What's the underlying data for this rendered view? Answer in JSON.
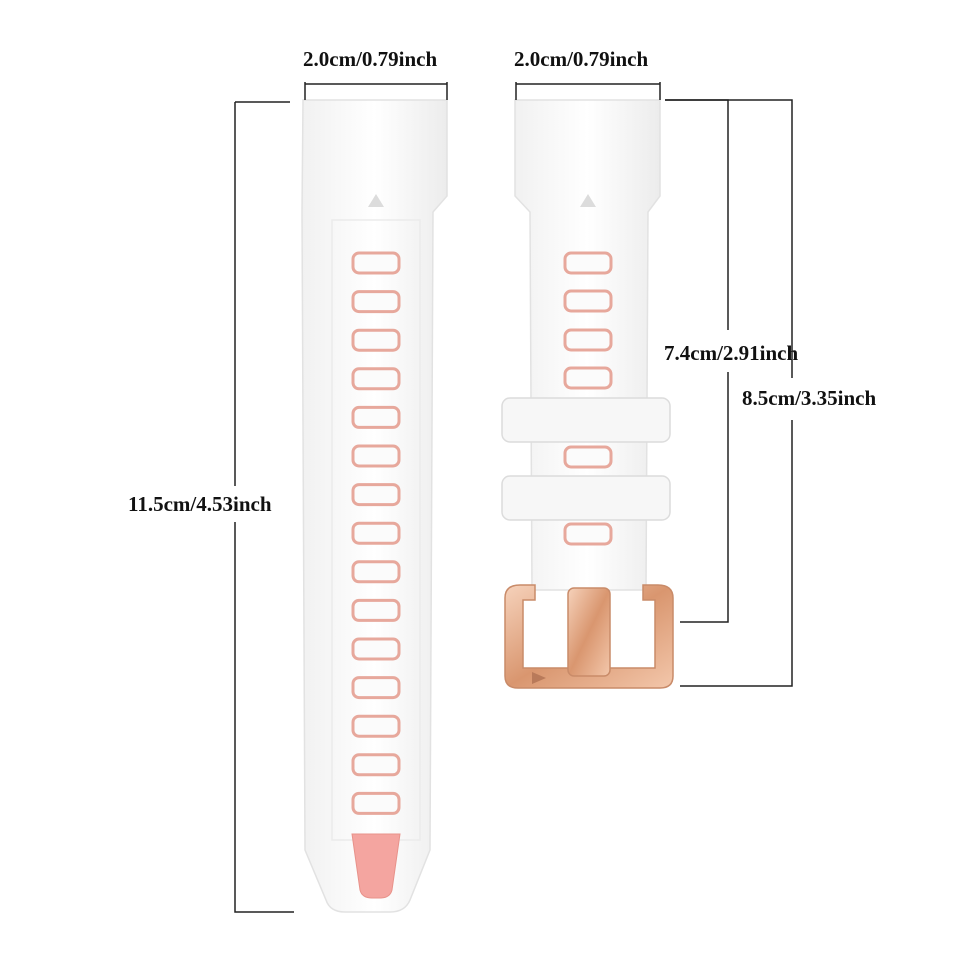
{
  "labels": {
    "long_strap_width": "2.0cm/0.79inch",
    "short_strap_width": "2.0cm/0.79inch",
    "long_strap_length": "11.5cm/4.53inch",
    "short_strap_inner_length": "7.4cm/2.91inch",
    "short_strap_total_length": "8.5cm/3.35inch"
  },
  "strap": {
    "long_hole_count": 15,
    "short_hole_count": 6
  },
  "colors": {
    "band": "#ffffff",
    "band_shadow": "#e6e6e6",
    "hole_ring": "#e7a89c",
    "tip_insert": "#f4a5a0",
    "buckle": "#e3ae8e",
    "dimension_line": "#222222"
  }
}
